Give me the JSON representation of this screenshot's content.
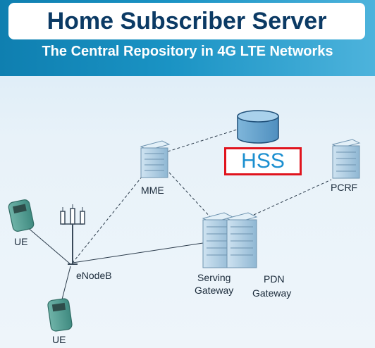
{
  "header": {
    "title": "Home Subscriber Server",
    "subtitle": "The Central Repository in 4G LTE Networks"
  },
  "nodes": {
    "hss": "HSS",
    "mme": "MME",
    "pcrf": "PCRF",
    "enodeb": "eNodeB",
    "ue_top": "UE",
    "ue_bottom": "UE",
    "serving_gateway_1": "Serving",
    "serving_gateway_2": "Gateway",
    "pdn_gateway_1": "PDN",
    "pdn_gateway_2": "Gateway"
  },
  "colors": {
    "title_text": "#0b3a64",
    "header_bg": "#1a93c4",
    "hss_highlight": "#e0141e",
    "hss_text": "#1b8fd0"
  },
  "icons": [
    "database-icon",
    "server-icon",
    "antenna-tower-icon",
    "mobile-phone-icon"
  ]
}
